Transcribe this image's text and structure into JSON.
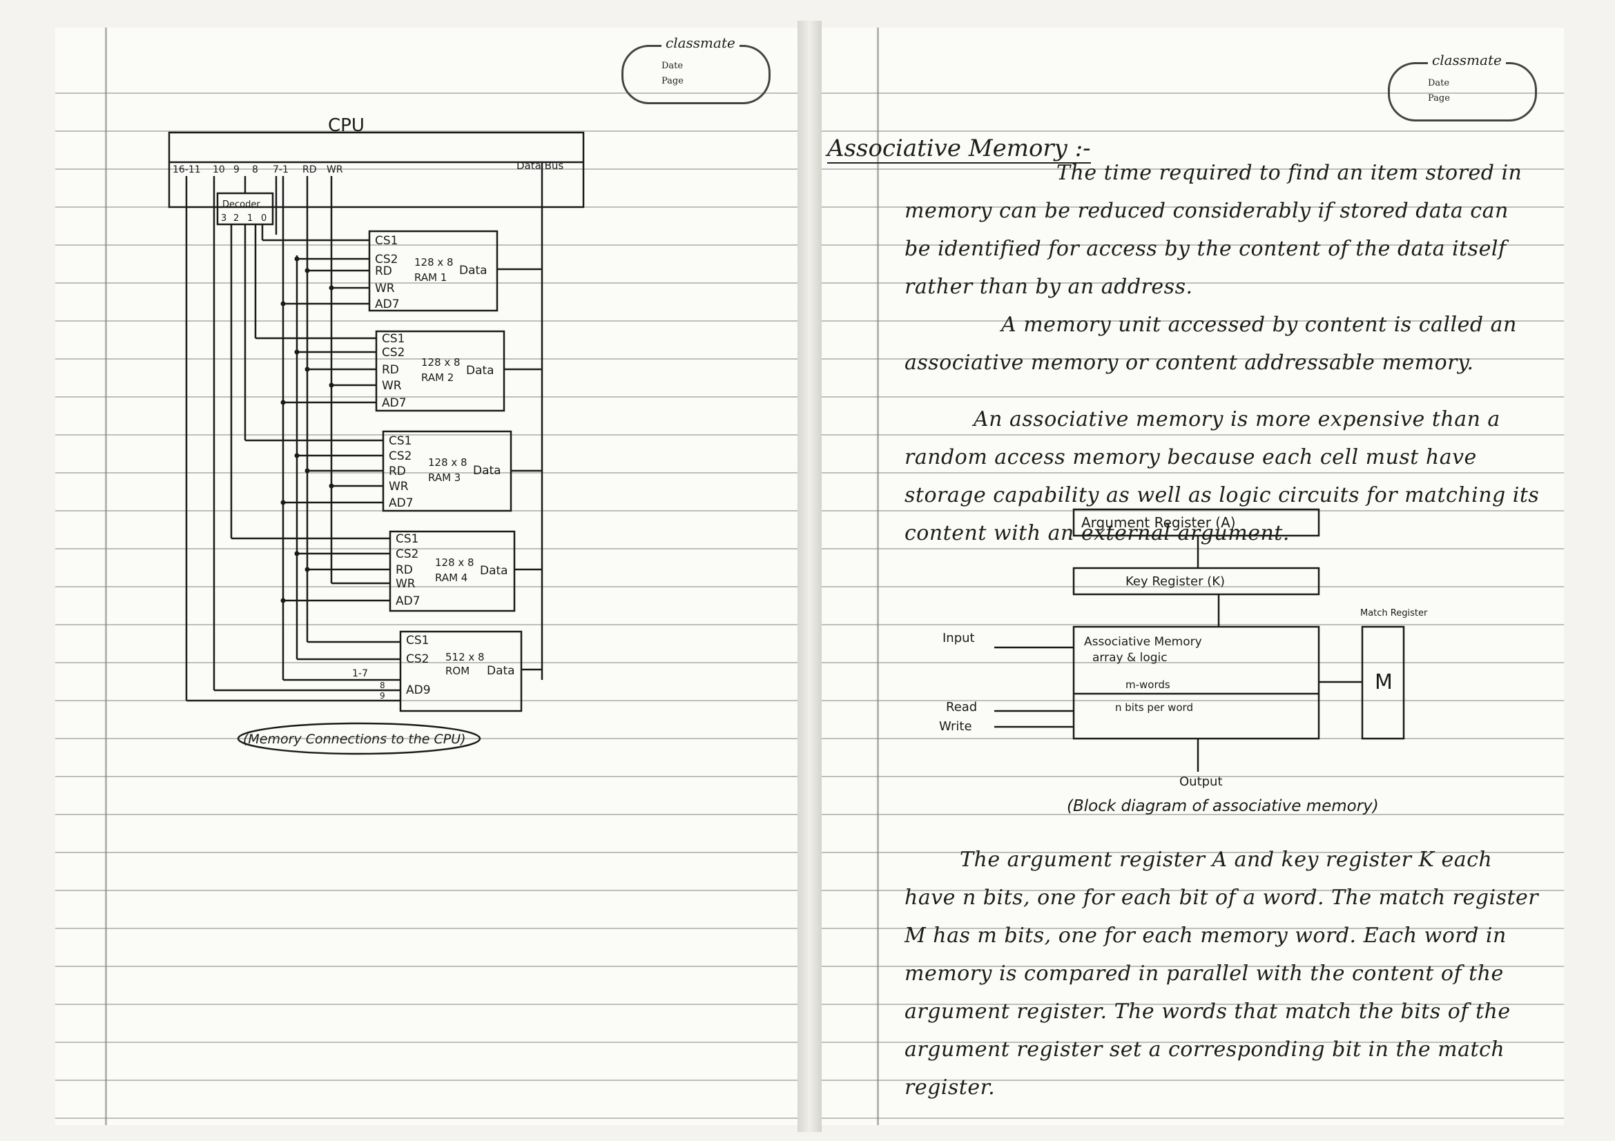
{
  "logo": {
    "brand": "classmate",
    "date_label": "Date",
    "page_label": "Page"
  },
  "left_page": {
    "cpu_label": "CPU",
    "bus_labels": [
      "16-11",
      "10",
      "9",
      "8",
      "7-1",
      "RD",
      "WR"
    ],
    "data_bus_label": "Data Bus",
    "decoder_label": "Decoder",
    "decoder_outputs": [
      "3",
      "2",
      "1",
      "0"
    ],
    "rams": [
      {
        "size": "128 x 8",
        "name": "RAM 1",
        "pins": [
          "CS1",
          "CS2",
          "RD",
          "WR",
          "AD7"
        ],
        "data": "Data"
      },
      {
        "size": "128 x 8",
        "name": "RAM 2",
        "pins": [
          "CS1",
          "CS2",
          "RD",
          "WR",
          "AD7"
        ],
        "data": "Data"
      },
      {
        "size": "128 x 8",
        "name": "RAM 3",
        "pins": [
          "CS1",
          "CS2",
          "RD",
          "WR",
          "AD7"
        ],
        "data": "Data"
      },
      {
        "size": "128 x 8",
        "name": "RAM 4",
        "pins": [
          "CS1",
          "CS2",
          "RD",
          "WR",
          "AD7"
        ],
        "data": "Data"
      }
    ],
    "rom": {
      "size": "512 x 8",
      "name": "ROM",
      "pins": [
        "CS1",
        "CS2",
        "AD9"
      ],
      "data": "Data",
      "in_labels": [
        "1-7",
        "8",
        "9"
      ]
    },
    "caption": "(Memory Connections to the CPU)"
  },
  "right_page": {
    "title": "Associative Memory :-",
    "para1": "The time required to find an item stored in memory can be reduced considerably if stored data can be identified for access by the content of the data itself rather than by an address.",
    "para2": "A memory unit accessed by content is called an associative memory or content addressable memory.",
    "para3": "An associative memory is more expensive than a random access memory because each cell must have storage capability as well as logic circuits for matching its content with an external argument.",
    "diagram": {
      "argument_register": "Argument Register (A)",
      "key_register": "Key Register (K)",
      "array_line1": "Associative Memory",
      "array_line2": "array & logic",
      "array_line3": "m-words",
      "array_line4": "n bits per word",
      "input": "Input",
      "read": "Read",
      "write": "Write",
      "output": "Output",
      "match_register_label": "Match Register",
      "match_register": "M"
    },
    "diagram_caption": "(Block diagram of associative memory)",
    "para4": "The argument register A and key register K each have n bits, one for each bit of a word. The match register M has m bits, one for each memory word. Each word in memory is compared in parallel with the content of the argument register. The words that match the bits of the argument register set a corresponding bit in the match register."
  }
}
